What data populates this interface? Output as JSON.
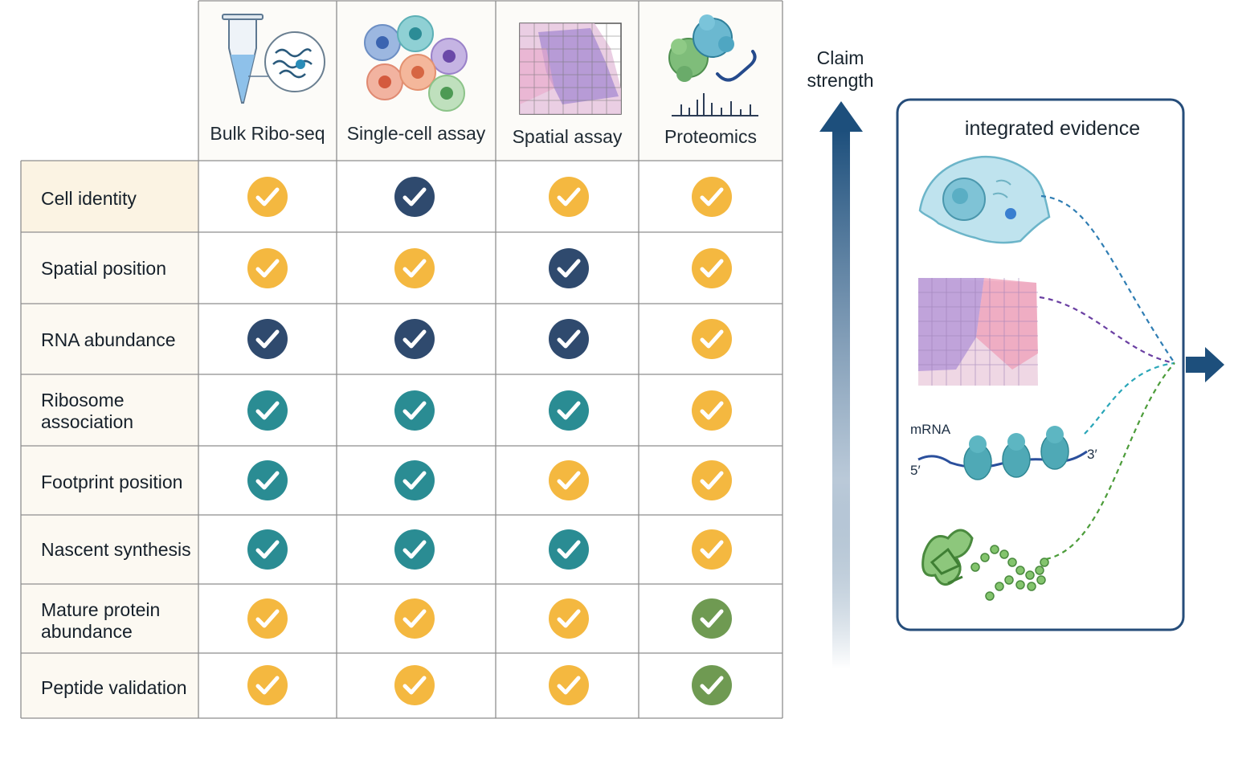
{
  "columns": [
    {
      "label": "Bulk Ribo-seq",
      "icon": "tube-icon"
    },
    {
      "label": "Single-cell assay",
      "icon": "cells-icon"
    },
    {
      "label": "Spatial assay",
      "icon": "tissue-grid-icon"
    },
    {
      "label": "Proteomics",
      "icon": "protein-spectrum-icon"
    }
  ],
  "rows": [
    {
      "label": "Cell identity",
      "marks": [
        "gold",
        "navy",
        "gold",
        "gold"
      ]
    },
    {
      "label": "Spatial position",
      "marks": [
        "gold",
        "gold",
        "navy",
        "gold"
      ]
    },
    {
      "label": "RNA abundance",
      "marks": [
        "navy",
        "navy",
        "navy",
        "gold"
      ]
    },
    {
      "label": "Ribosome association",
      "marks": [
        "teal",
        "teal",
        "teal",
        "gold"
      ]
    },
    {
      "label": "Footprint position",
      "marks": [
        "teal",
        "teal",
        "gold",
        "gold"
      ]
    },
    {
      "label": "Nascent synthesis",
      "marks": [
        "teal",
        "teal",
        "teal",
        "gold"
      ]
    },
    {
      "label": "Mature protein abundance",
      "marks": [
        "gold",
        "gold",
        "gold",
        "green"
      ]
    },
    {
      "label": "Peptide validation",
      "marks": [
        "gold",
        "gold",
        "gold",
        "green"
      ]
    }
  ],
  "colors": {
    "gold": "#f4b840",
    "navy": "#2f4a6e",
    "teal": "#2a8c93",
    "green": "#6f9a52",
    "grid": "#8e8e8e",
    "arrow": "#1d4f7c"
  },
  "claim_label": "Claim strength",
  "evidence": {
    "title": "integrated evidence",
    "mrna_label": "mRNA",
    "five_prime": "5′",
    "three_prime": "3′"
  }
}
